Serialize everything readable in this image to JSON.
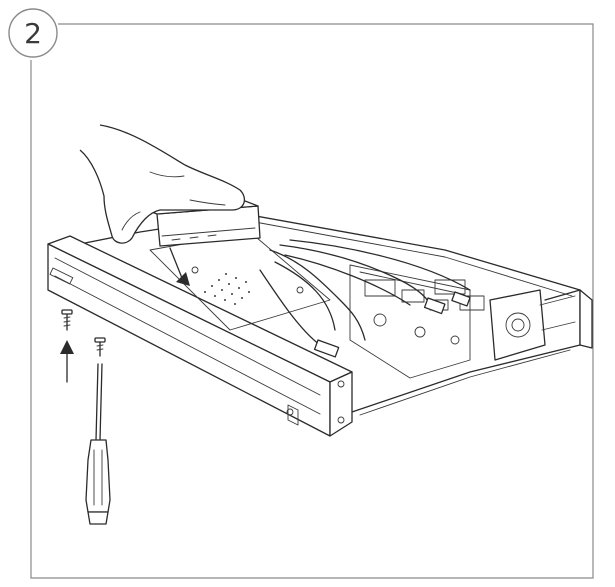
{
  "step": {
    "number": "2"
  },
  "colors": {
    "line": "#2b2b2b",
    "frame": "#8a8a8a",
    "background": "#ffffff"
  },
  "icons": [
    "hand-illustration",
    "hard-drive-illustration",
    "screw-icon",
    "up-arrow-icon",
    "screwdriver-icon",
    "down-arrow-icon"
  ]
}
